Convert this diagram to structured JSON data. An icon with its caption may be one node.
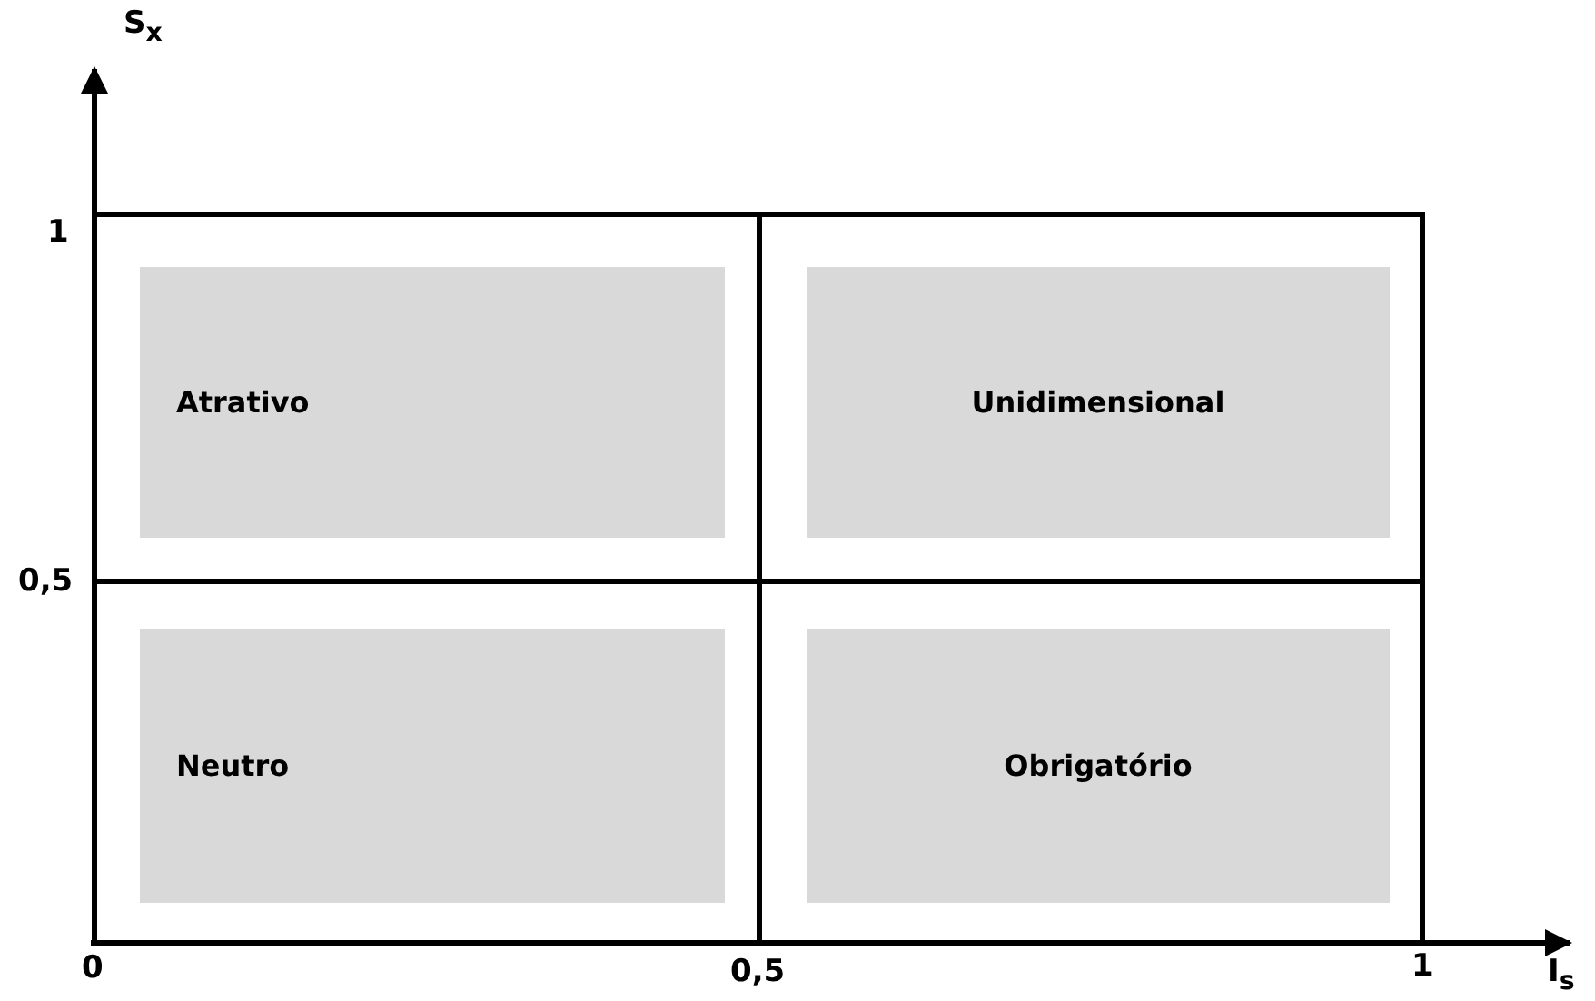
{
  "diagram": {
    "nodes": [
      {
        "text": [
          "Atrativo"
        ]
      },
      {
        "text": [
          "Unidimensional"
        ]
      },
      {
        "text": [
          "Neutro"
        ]
      },
      {
        "text": [
          "Obrigatório"
        ]
      }
    ],
    "labels": [
      "S$_{x}$",
      "1",
      "0,5",
      "0",
      "0,5",
      "1",
      "I$_{s}$"
    ]
  }
}
